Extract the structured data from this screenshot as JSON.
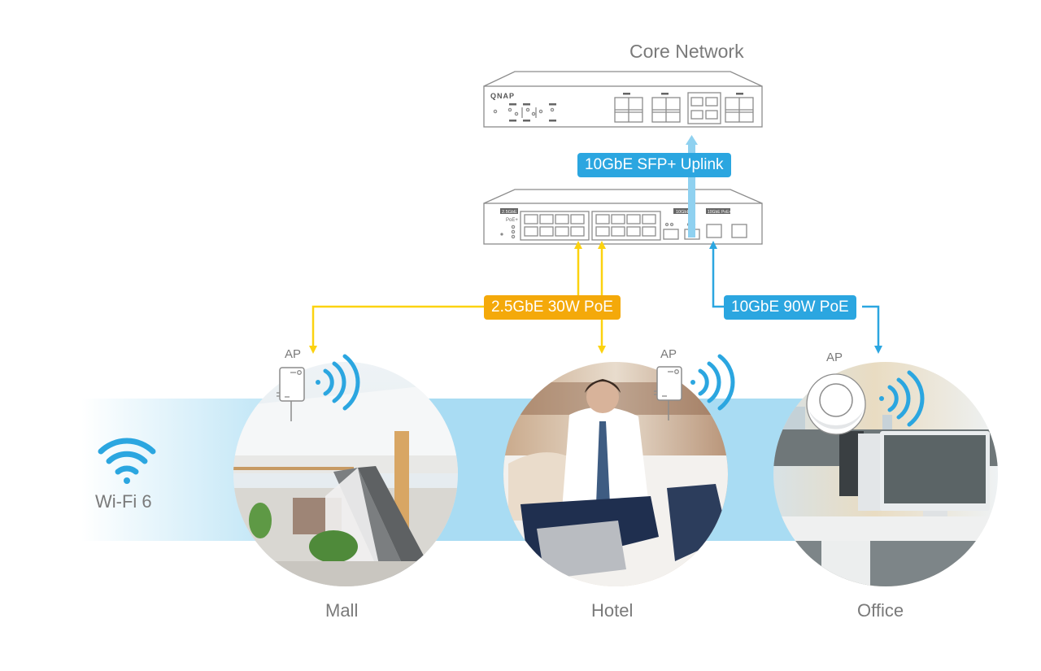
{
  "diagram": {
    "title": "Core Network",
    "core_switch": {
      "brand": "QNAP"
    },
    "access_switch": {
      "group_labels": [
        "2.5GbE",
        "10GbE",
        "10GbE PoE++"
      ],
      "poe_label": "PoE+"
    },
    "links": {
      "uplink": "10GbE SFP+ Uplink",
      "poe_2_5g": "2.5GbE 30W PoE",
      "poe_10g": "10GbE 90W PoE"
    },
    "wifi_label": "Wi-Fi 6",
    "sites": [
      {
        "name": "Mall",
        "ap_label": "AP"
      },
      {
        "name": "Hotel",
        "ap_label": "AP"
      },
      {
        "name": "Office",
        "ap_label": "AP"
      }
    ],
    "colors": {
      "yellow": "#fcd20f",
      "orange_tag": "#f4a90a",
      "blue": "#2ba6e0",
      "light_blue": "#8fd1f0",
      "band": "#a9dcf3",
      "text_gray": "#7a7a7a",
      "line_gray": "#8c8c8c"
    }
  }
}
